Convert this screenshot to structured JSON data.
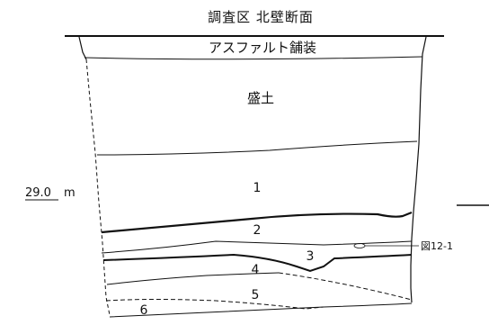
{
  "title": "調査区 北壁断面",
  "bands": {
    "asphalt": "アスファルト舗装",
    "fill": "盛土"
  },
  "layers": [
    "1",
    "2",
    "3",
    "4",
    "5",
    "6"
  ],
  "elevation": {
    "value": "29.0",
    "unit": "m"
  },
  "callout": "図12-1"
}
